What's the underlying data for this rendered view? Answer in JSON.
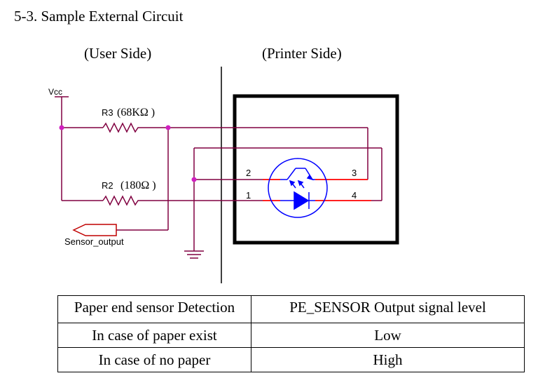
{
  "heading": "5-3. Sample External Circuit",
  "sides": {
    "user": "(User Side)",
    "printer": "(Printer Side)"
  },
  "circuit": {
    "vcc": "Vcc",
    "r3": {
      "name": "R3",
      "value": "(68KΩ )"
    },
    "r2": {
      "name": "R2",
      "value": "(180Ω )"
    },
    "sensor_output": "Sensor_output",
    "pins": {
      "p1": "1",
      "p2": "2",
      "p3": "3",
      "p4": "4"
    },
    "colors": {
      "wire": "#800040",
      "node": "#d020c0",
      "sensor": "#0000ff",
      "lead": "#ff0000",
      "box": "#000000"
    }
  },
  "table": {
    "headers": [
      "Paper end sensor Detection",
      "PE_SENSOR Output signal level"
    ],
    "rows": [
      [
        "In case of paper exist",
        "Low"
      ],
      [
        "In case of no paper",
        "High"
      ]
    ]
  }
}
